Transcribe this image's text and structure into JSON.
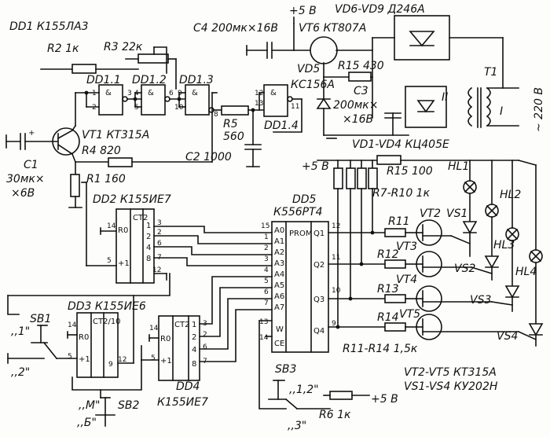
{
  "labels": {
    "dd1": "DD1  К155ЛА3",
    "dd1_1": "DD1.1",
    "dd1_2": "DD1.2",
    "dd1_3": "DD1.3",
    "dd1_4": "DD1.4",
    "r2": "R2  1к",
    "r3": "R3  22к",
    "c4": "C4  200мк×16В",
    "plus5_top": "+5 В",
    "vd6_vd9": "VD6-VD9  Д246А",
    "vt6": "VT6   КТ807А",
    "vd5": "VD5",
    "kc156a": "КС156А",
    "r15a": "R15  430",
    "c3": "C3",
    "c3_val": "200мк×",
    "c3_v": "×16В",
    "t1": "T1",
    "winding_2": "II",
    "winding_1": "I",
    "mains": "~ 220 В",
    "vt1": "VT1   КТ315А",
    "r4": "R4   820",
    "r5": "R5",
    "r5_val": "560",
    "c2": "C2  1000",
    "c1": "C1",
    "c1_val": "30мк×",
    "c1_v": "×6В",
    "r1": "R1   160",
    "vd1_vd4": "VD1-VD4   КЦ405Е",
    "plus5_mid": "+5 В",
    "r15b": "R15  100",
    "r7_r10": "R7-R10  1к",
    "hl1": "HL1",
    "hl2": "HL2",
    "hl3": "HL3",
    "hl4": "HL4",
    "dd2": "DD2   К155ИЕ7",
    "dd5": "DD5",
    "dd5_type": "К556РТ4",
    "r11": "R11",
    "r12": "R12",
    "r13": "R13",
    "r14": "R14",
    "vt2": "VT2",
    "vt3": "VT3",
    "vt4": "VT4",
    "vt5": "VT5",
    "vs1": "VS1",
    "vs2": "VS2",
    "vs3": "VS3",
    "vs4": "VS4",
    "r11_r14": "R11-R14  1,5к",
    "dd3": "DD3   К155ИЕ6",
    "sb1": "SB1",
    "sb1_1": ",,1\"",
    "sb1_2": ",,2\"",
    "dd4": "DD4",
    "dd4_type": "К155ИЕ7",
    "sb2": "SB2",
    "sb2_m": ",,M\"",
    "sb2_b": ",,Б\"",
    "sb3": "SB3",
    "sb3_12": ",,1,2\"",
    "sb3_3": ",,3\"",
    "r6": "R6  1к",
    "plus5_bot": "+5 В",
    "vt_types": "VT2-VT5  КТ315А",
    "vs_types": "VS1-VS4  КУ202Н"
  },
  "chips": {
    "ct2": "CT2",
    "ct2_10": "CT2/10",
    "prom": "PROM",
    "r0": "R0",
    "plus1": "+1",
    "a0": "A0",
    "a1": "A1",
    "a2": "A2",
    "a3": "A3",
    "a4": "A4",
    "a5": "A5",
    "a6": "A6",
    "a7": "A7",
    "w": "W",
    "ce": "CE",
    "q1": "Q1",
    "q2": "Q2",
    "q3": "Q3",
    "q4": "Q4",
    "amp": "&",
    "d1": "1",
    "d2": "2",
    "d4": "4",
    "d8": "8"
  },
  "pins": {
    "p1": "1",
    "p2": "2",
    "p3": "3",
    "p4": "4",
    "p5": "5",
    "p6": "6",
    "p7": "7",
    "p8": "8",
    "p9": "9",
    "p10": "10",
    "p11": "11",
    "p12": "12",
    "p13": "13",
    "p14": "14",
    "p15": "15"
  }
}
